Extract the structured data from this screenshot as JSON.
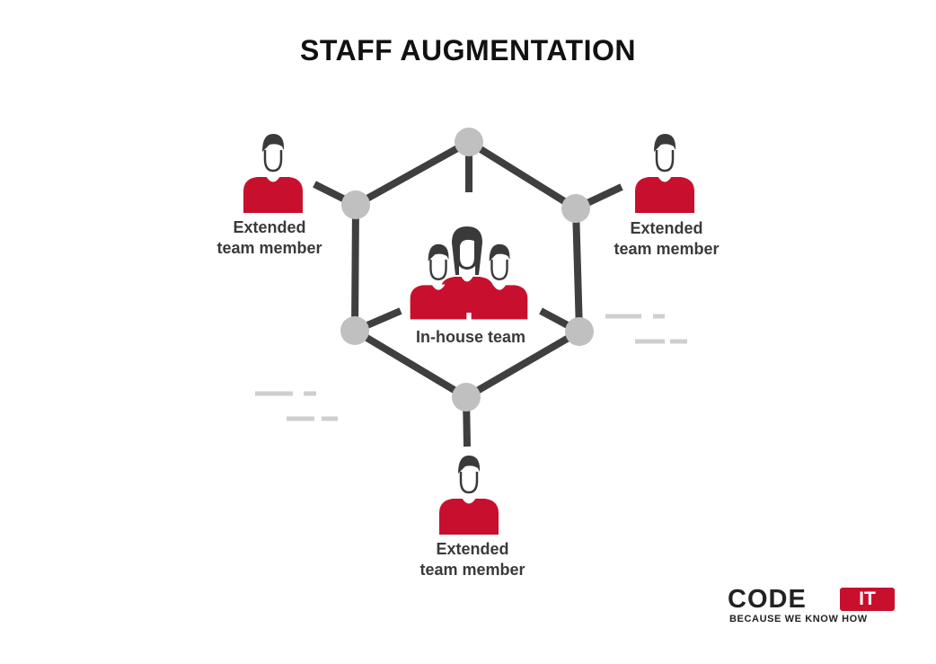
{
  "title": "STAFF AUGMENTATION",
  "center_label": "In-house team",
  "extended_members": [
    {
      "line1": "Extended",
      "line2": "team member"
    },
    {
      "line1": "Extended",
      "line2": "team member"
    },
    {
      "line1": "Extended",
      "line2": "team member"
    }
  ],
  "logo": {
    "code": "CODE",
    "it": "IT",
    "tagline": "BECAUSE WE KNOW HOW"
  },
  "colors": {
    "accent": "#c8102e",
    "edge": "#3f3f3f",
    "node": "#c0c0c0",
    "hair": "#3a3a3a",
    "dash": "#cfcfcf",
    "text": "#3a3a3a"
  },
  "icons": {
    "person": "person-icon",
    "group": "team-group-icon",
    "node": "network-node-icon"
  }
}
